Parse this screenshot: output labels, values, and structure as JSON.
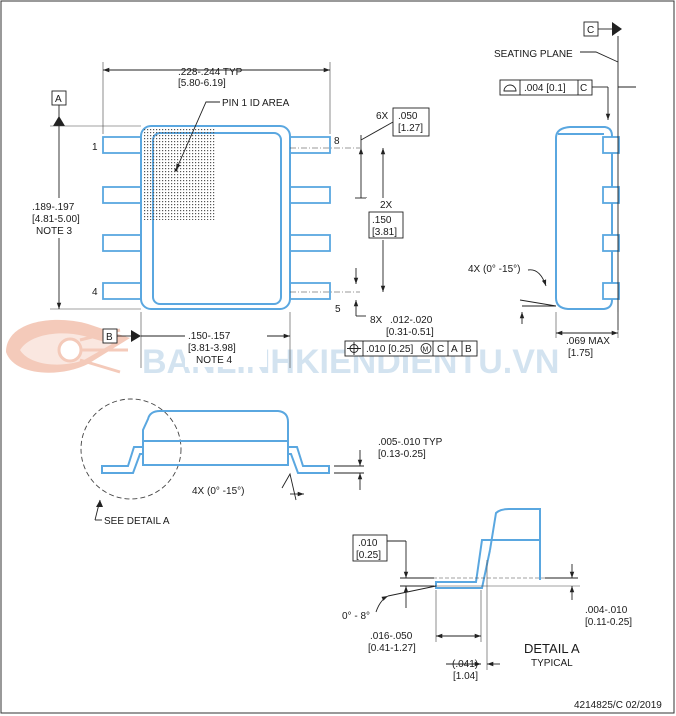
{
  "frame": {
    "label": "4214825/C  02/2019"
  },
  "datums": {
    "a": "A",
    "b": "B",
    "c": "C"
  },
  "top_view": {
    "overall_width": {
      "inch": ".228-.244  TYP",
      "mm": "[5.80-6.19]"
    },
    "pin1_label": "PIN 1 ID AREA",
    "pins": [
      "1",
      "4",
      "5",
      "8"
    ],
    "pitch": {
      "count": "6X",
      "inch": ".050",
      "mm": "[1.27]"
    },
    "span": {
      "count": "2X",
      "inch": ".150",
      "mm": "[3.81]"
    },
    "length": {
      "inch": ".189-.197",
      "mm": "[4.81-5.00]",
      "note": "NOTE 3"
    },
    "body_width": {
      "inch": ".150-.157",
      "mm": "[3.81-3.98]",
      "note": "NOTE 4"
    },
    "lead_width": {
      "count": "8X",
      "inch": ".012-.020",
      "mm": "[0.31-0.51]"
    },
    "fcf": {
      "tol": ".010 [0.25]",
      "mod": "M",
      "refs": [
        "C",
        "A",
        "B"
      ]
    }
  },
  "side_view": {
    "seating_plane": "SEATING PLANE",
    "flatness": {
      "tol": ".004 [0.1]",
      "ref": "C"
    },
    "angle": "4X (0° -15°)",
    "height": {
      "inch": ".069 MAX",
      "mm": "[1.75]"
    }
  },
  "front_view": {
    "thickness": {
      "inch": ".005-.010  TYP",
      "mm": "[0.13-0.25]"
    },
    "angle": "4X (0° -15°)",
    "see_detail": "SEE DETAIL A"
  },
  "detail_a": {
    "title": "DETAIL A",
    "subtitle": "TYPICAL",
    "gauge": {
      "inch": ".010",
      "mm": "[0.25]"
    },
    "angle": "0° - 8°",
    "foot": {
      "inch": ".016-.050",
      "mm": "[0.41-1.27]"
    },
    "ref": {
      "inch": "(.041)",
      "mm": "[1.04]"
    },
    "standoff": {
      "inch": ".004-.010",
      "mm": "[0.11-0.25]"
    }
  },
  "watermark": {
    "text": "BANLINHKIENDIENTU.VN"
  }
}
